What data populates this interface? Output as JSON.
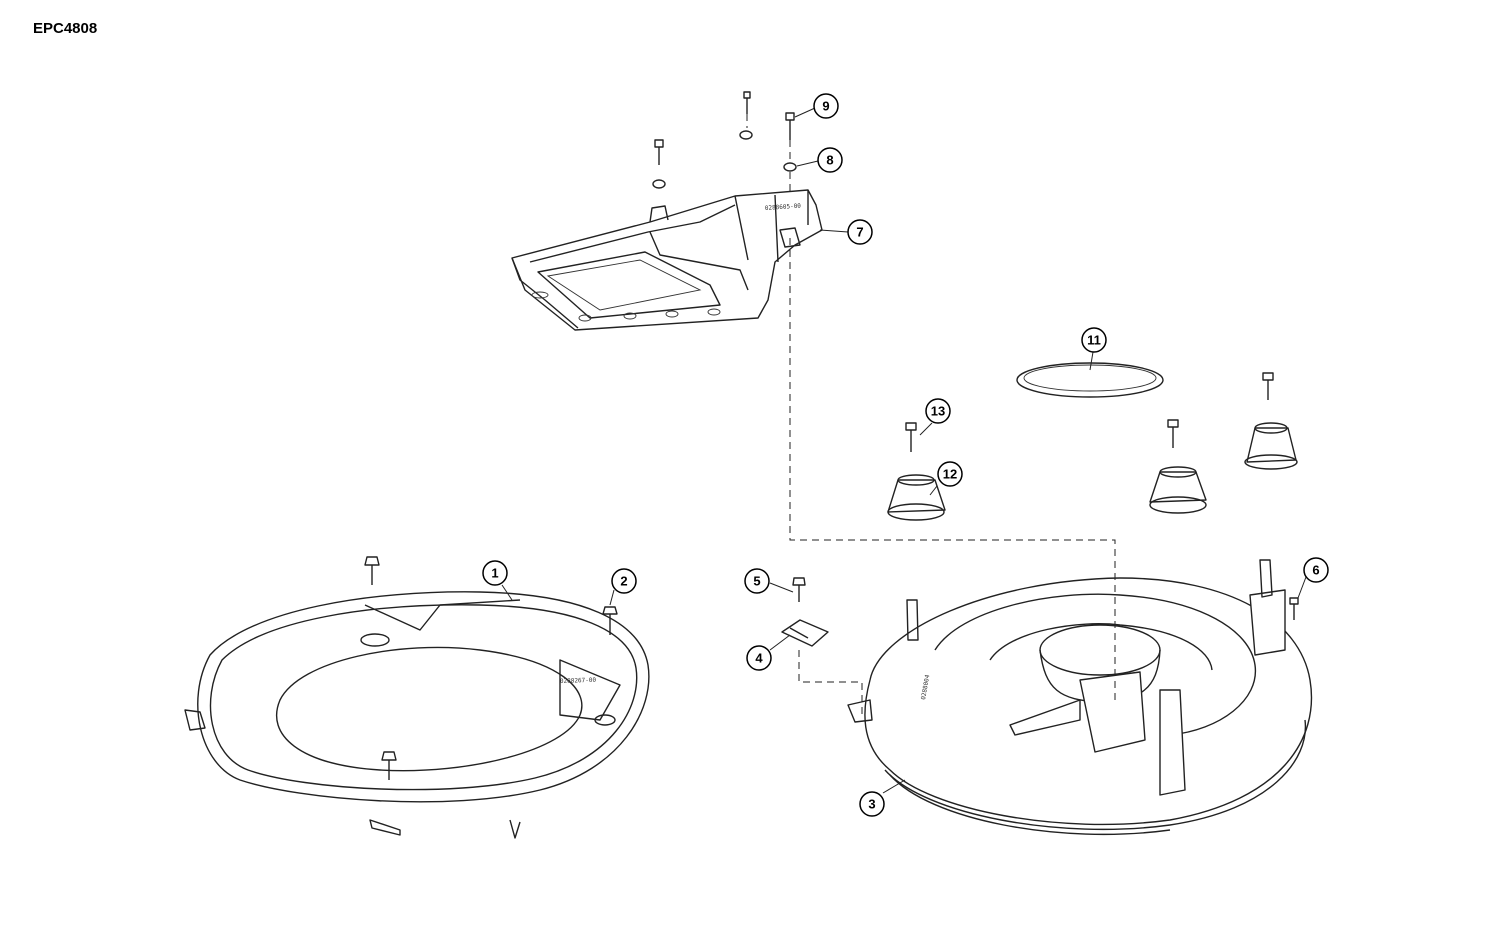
{
  "title": "EPC4808",
  "callouts": [
    {
      "label": "1"
    },
    {
      "label": "2"
    },
    {
      "label": "3"
    },
    {
      "label": "4"
    },
    {
      "label": "5"
    },
    {
      "label": "6"
    },
    {
      "label": "7"
    },
    {
      "label": "8"
    },
    {
      "label": "9"
    },
    {
      "label": "11"
    },
    {
      "label": "12"
    },
    {
      "label": "13"
    }
  ],
  "part_numbers": {
    "duct": "0288605-00",
    "lower_ring": "0288267-00",
    "housing": "0288004"
  }
}
